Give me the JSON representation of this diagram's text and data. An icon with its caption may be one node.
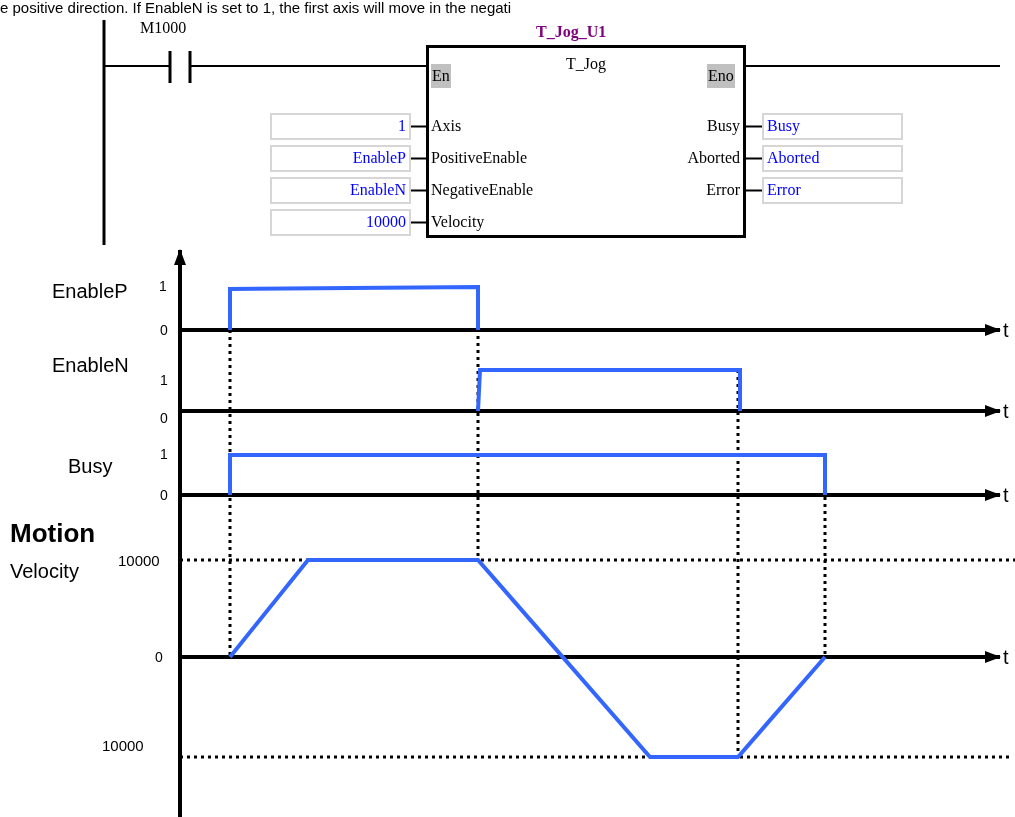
{
  "diagram": {
    "nodes": [
      {
        "text": [
          "T_Jog_U1",
          "T_Jog",
          "En",
          "Eno",
          "Axis",
          "PositiveEnable",
          "NegativeEnable",
          "Velocity",
          "Busy",
          "Aborted",
          "Error"
        ]
      },
      {
        "text": [
          "M1000"
        ]
      },
      {
        "text": [
          "1"
        ]
      },
      {
        "text": [
          "EnableP"
        ]
      },
      {
        "text": [
          "EnableN"
        ]
      },
      {
        "text": [
          "10000"
        ]
      },
      {
        "text": [
          "Busy"
        ]
      },
      {
        "text": [
          "Aborted"
        ]
      },
      {
        "text": [
          "Error"
        ]
      }
    ],
    "edges": [
      {
        "from": 1,
        "to": 0,
        "arrow": "none"
      },
      {
        "from": 2,
        "to": 0,
        "arrow": "none"
      },
      {
        "from": 3,
        "to": 0,
        "arrow": "none"
      },
      {
        "from": 4,
        "to": 0,
        "arrow": "none"
      },
      {
        "from": 5,
        "to": 0,
        "arrow": "none"
      },
      {
        "from": 0,
        "to": 6,
        "arrow": "none"
      },
      {
        "from": 0,
        "to": 7,
        "arrow": "none"
      },
      {
        "from": 0,
        "to": 8,
        "arrow": "none"
      }
    ],
    "labels": [
      "e positive direction. If EnableN is set to 1, the first axis will move in the negati",
      "EnableP",
      "1",
      "0",
      "t",
      "EnableN",
      "1",
      "0",
      "t",
      "Busy",
      "1",
      "0",
      "t",
      "Motion",
      "Velocity",
      "10000",
      "0",
      "t",
      "10000"
    ]
  }
}
